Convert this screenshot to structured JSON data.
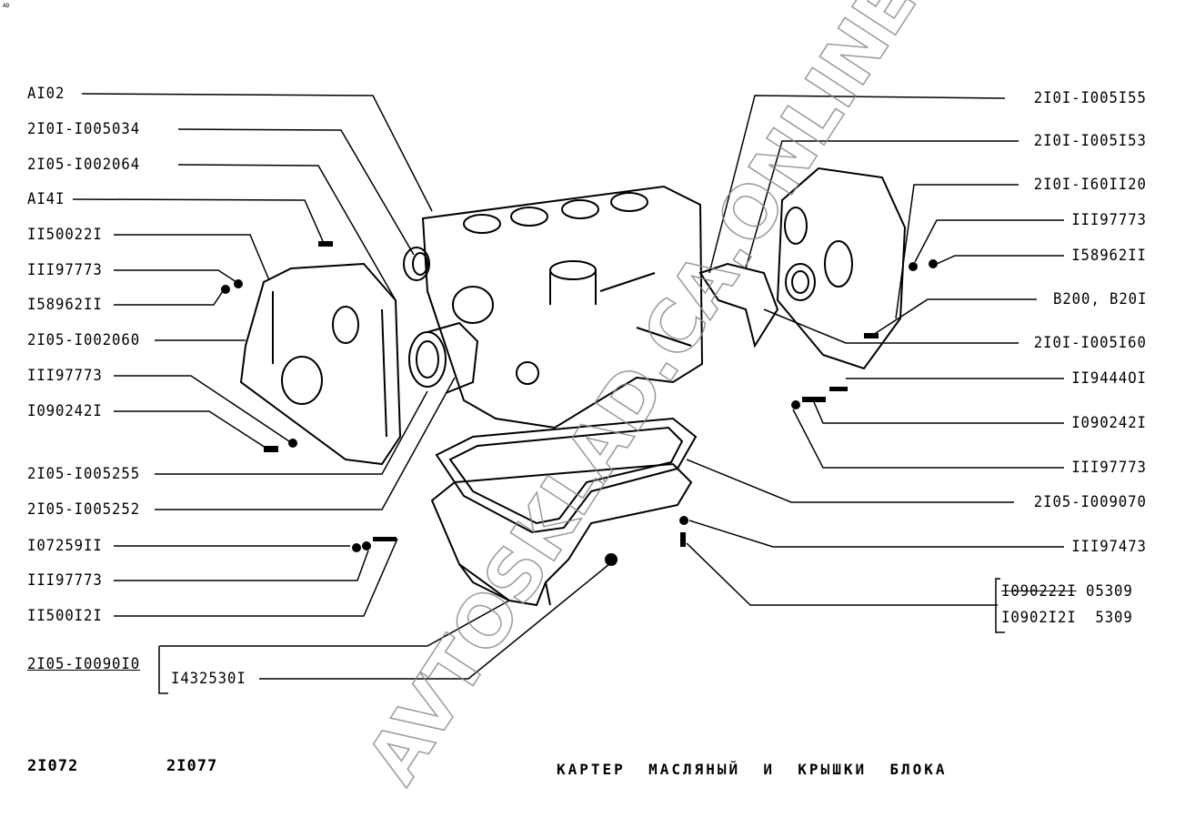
{
  "corner_mark": "AD",
  "watermark": "AVTOSKLAD.CA.ONLINE",
  "left_labels": [
    "AI02",
    "2I0I-I005034",
    "2I05-I002064",
    "AI4I",
    "II50022I",
    "III97773",
    "I58962II",
    "2I05-I002060",
    "III97773",
    "I090242I",
    "2I05-I005255",
    "2I05-I005252",
    "I07259II",
    "III97773",
    "II500I2I"
  ],
  "group_left": {
    "main": "2I05-I0090I0",
    "sub": "I432530I"
  },
  "right_labels": [
    "2I0I-I005I55",
    "2I0I-I005I53",
    "2I0I-I60II20",
    "III97773",
    "I58962II",
    "B200, B20I",
    "2I0I-I005I60",
    "II9444OI",
    "I090242I",
    "III97773",
    "2I05-I009070",
    "III97473"
  ],
  "group_right": [
    {
      "part": "I090222I",
      "code": "05309",
      "struck": true
    },
    {
      "part": "I0902I2I",
      "code": "5309",
      "struck": false
    }
  ],
  "footer": {
    "model_1": "2I072",
    "model_2": "2I077",
    "title": "КАРТЕР  МАСЛЯНЫЙ  И  КРЫШКИ  БЛОКА"
  }
}
